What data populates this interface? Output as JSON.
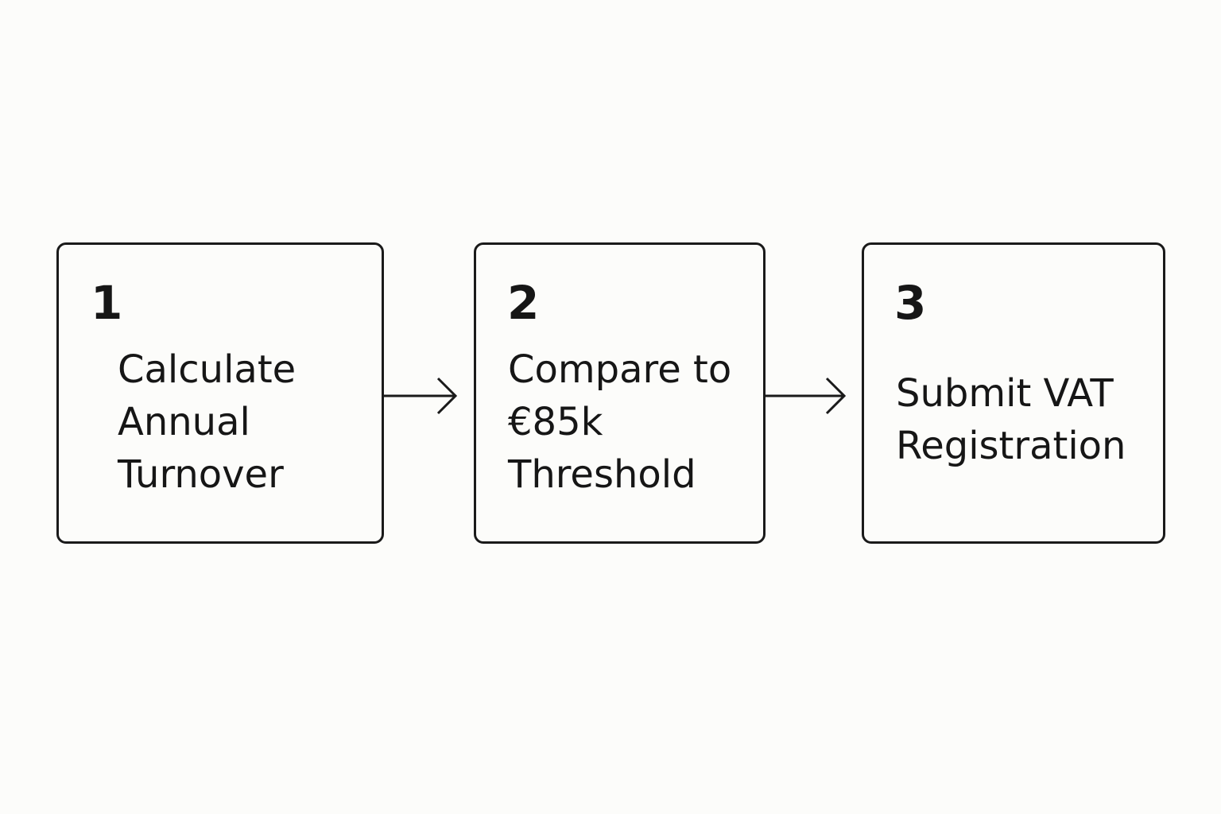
{
  "steps": [
    {
      "number": "1",
      "label": "Calculate\nAnnual\nTurnover"
    },
    {
      "number": "2",
      "label": "Compare to\n€85k\nThreshold"
    },
    {
      "number": "3",
      "label": "Submit VAT\nRegistration"
    }
  ],
  "colors": {
    "background": "#fcfcfa",
    "stroke": "#1a1a1a",
    "text": "#161616"
  }
}
